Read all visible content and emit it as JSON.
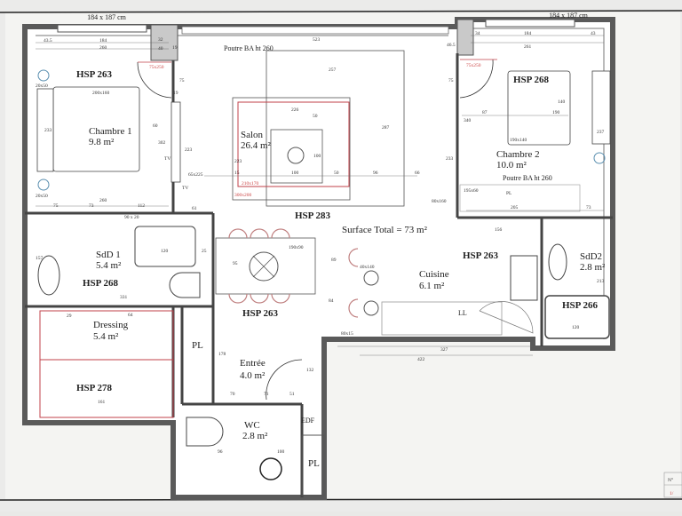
{
  "plan": {
    "window_label_left": "184 x 187 cm",
    "window_label_right": "184 x 187 cm",
    "beam_note_salon": "Poutre BA ht 260",
    "surface_total": "Surface Total = 73 m²",
    "rooms": {
      "chambre1": {
        "name": "Chambre 1",
        "area": "9.8 m²",
        "hsp": "HSP 263"
      },
      "salon": {
        "name": "Salon",
        "area": "26.4 m²",
        "hsp": "HSP 283"
      },
      "chambre2": {
        "name": "Chambre 2",
        "area": "10.0 m²",
        "hsp": "HSP 268",
        "beam_note": "Poutre BA ht 260",
        "closet": "PL"
      },
      "sdd1": {
        "name": "SdD 1",
        "area": "5.4 m²",
        "hsp": "HSP 268"
      },
      "dining": {
        "hsp": "HSP 263"
      },
      "dressing": {
        "name": "Dressing",
        "area": "5.4 m²",
        "hsp": "HSP 278"
      },
      "placard": {
        "name": "PL"
      },
      "entree": {
        "name": "Entrée",
        "area": "4.0 m²"
      },
      "wc": {
        "name": "WC",
        "area": "2.8 m²",
        "edf": "EDF",
        "closet": "PL"
      },
      "cuisine": {
        "name": "Cuisine",
        "area": "6.1 m²",
        "hsp": "HSP 263",
        "ll": "LL"
      },
      "sdd2": {
        "name": "SdD2",
        "area": "2.8 m²",
        "hsp": "HSP 266"
      }
    },
    "dimensions": [
      "43.5",
      "184",
      "32",
      "260",
      "19",
      "40",
      "75",
      "200x160",
      "60",
      "302",
      "233",
      "20x50",
      "20x50",
      "260",
      "75",
      "73",
      "112",
      "90 x 20",
      "65x225",
      "223",
      "61",
      "19",
      "TV",
      "TV",
      "523",
      "257",
      "226",
      "50",
      "100",
      "100",
      "50",
      "96",
      "66",
      "287",
      "223",
      "15",
      "210x170",
      "300x200",
      "34",
      "184",
      "43",
      "261",
      "46.5",
      "75",
      "190",
      "87",
      "140",
      "190x140",
      "340",
      "233",
      "195x60",
      "205",
      "73",
      "80x160",
      "237",
      "120",
      "25",
      "95",
      "190x90",
      "89",
      "331",
      "157",
      "40x140",
      "80x15",
      "422",
      "327",
      "156",
      "120",
      "64",
      "161",
      "29",
      "178",
      "132",
      "70",
      "71",
      "51",
      "96",
      "100",
      "213",
      "84",
      "75x250",
      "75x250"
    ],
    "title_block": {
      "number_label": "N°",
      "page": "1/"
    }
  },
  "colors": {
    "wall": "#5a5a5a",
    "wall_fill": "#c9c9c9",
    "line": "#333333",
    "accent_red": "#c0404a",
    "fixture_blue": "#5a8fb0",
    "paper": "#f4f4f2"
  }
}
